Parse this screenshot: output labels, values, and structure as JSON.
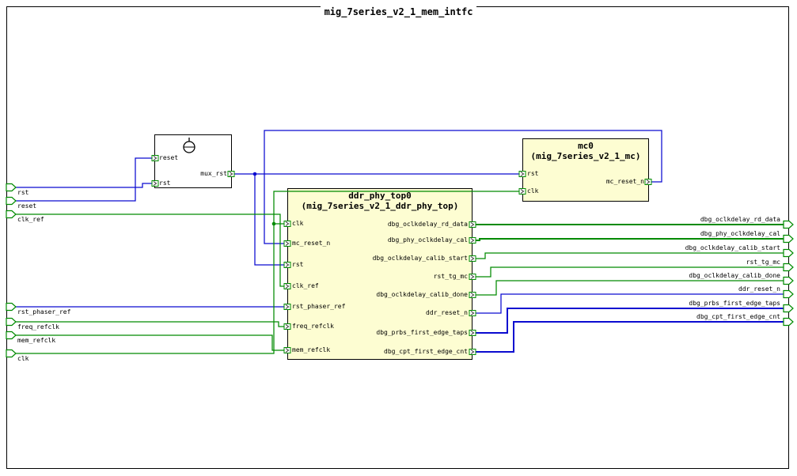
{
  "diagram": {
    "title": "mig_7series_v2_1_mem_intfc"
  },
  "colors": {
    "net_green": "#008a00",
    "net_blue": "#0a0ad0",
    "port_outline": "#008a00",
    "pin_arrow": "#333333",
    "block_fill": "#fdfdd2",
    "block_border": "#000000"
  },
  "blocks": {
    "mux": {
      "icon": "or-gate-icon",
      "inputs": [
        "reset",
        "rst"
      ],
      "output": "mux_rst"
    },
    "mc0": {
      "name": "mc0",
      "module": "(mig_7series_v2_1_mc)",
      "inputs": [
        "rst",
        "clk"
      ],
      "outputs": [
        "mc_reset_n"
      ]
    },
    "ddr_phy_top0": {
      "name": "ddr_phy_top0",
      "module": "(mig_7series_v2_1_ddr_phy_top)",
      "inputs": [
        "clk",
        "mc_reset_n",
        "rst",
        "clk_ref",
        "rst_phaser_ref",
        "freq_refclk",
        "mem_refclk"
      ],
      "outputs": [
        "dbg_oclkdelay_rd_data",
        "dbg_phy_oclkdelay_cal",
        "dbg_oclkdelay_calib_start",
        "rst_tg_mc",
        "dbg_oclkdelay_calib_done",
        "ddr_reset_n",
        "dbg_prbs_first_edge_taps",
        "dbg_cpt_first_edge_cnt"
      ]
    }
  },
  "external_ports": {
    "inputs": [
      "rst",
      "reset",
      "clk_ref",
      "rst_phaser_ref",
      "freq_refclk",
      "mem_refclk",
      "clk"
    ],
    "outputs": [
      "dbg_oclkdelay_rd_data",
      "dbg_phy_oclkdelay_cal",
      "dbg_oclkdelay_calib_start",
      "rst_tg_mc",
      "dbg_oclkdelay_calib_done",
      "ddr_reset_n",
      "dbg_prbs_first_edge_taps",
      "dbg_cpt_first_edge_cnt"
    ]
  }
}
